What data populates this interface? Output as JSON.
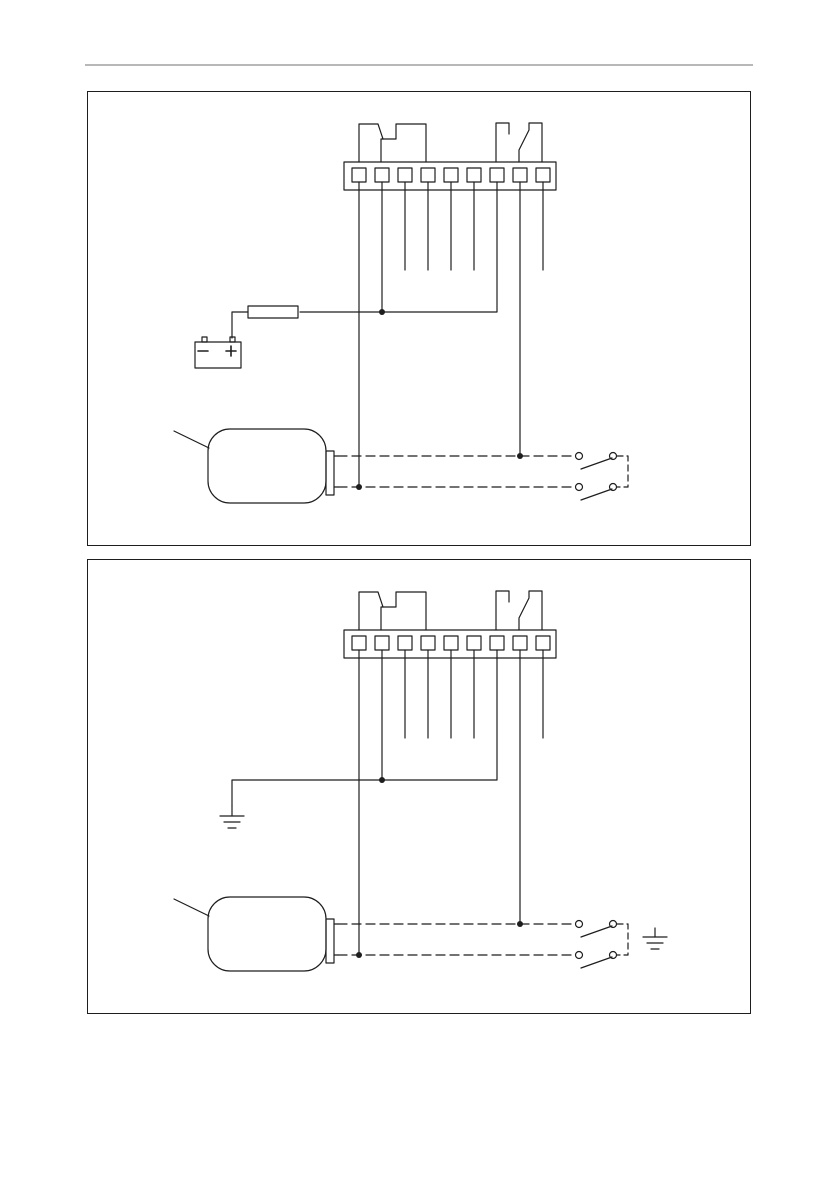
{
  "page": {
    "title": ""
  },
  "colors": {
    "line": "#1e1e1e",
    "header_rule": "#b8b8b8",
    "background": "#ffffff"
  },
  "panels": [
    {
      "id": "panel-a",
      "supply": "battery",
      "battery": {
        "negative_symbol": "−",
        "positive_symbol": "+"
      },
      "has_fuse": true,
      "has_ground_near_switches": false
    },
    {
      "id": "panel-b",
      "supply": "ground",
      "has_fuse": false,
      "has_ground_near_switches": true
    }
  ],
  "terminal_block": {
    "terminal_count": 9
  },
  "icons": [
    "battery-icon",
    "fuse-icon",
    "ground-icon",
    "switch-icon",
    "motor-icon",
    "relay-contact-icon"
  ]
}
